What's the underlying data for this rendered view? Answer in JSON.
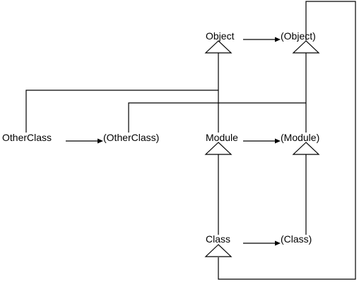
{
  "nodes": {
    "object": "Object",
    "object_meta": "(Object)",
    "otherclass": "OtherClass",
    "otherclass_meta": "(OtherClass)",
    "module": "Module",
    "module_meta": "(Module)",
    "class": "Class",
    "class_meta": "(Class)"
  },
  "colors": {
    "line": "#000000",
    "background": "#ffffff"
  }
}
